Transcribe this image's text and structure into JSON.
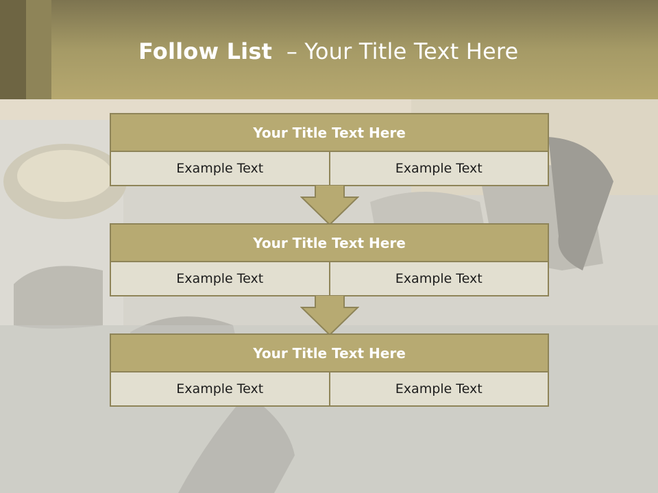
{
  "slide": {
    "title_bold": "Follow List",
    "title_rest": "– Your Title Text Here"
  },
  "steps": [
    {
      "title": "Your Title Text Here",
      "left": "Example Text",
      "right": "Example Text"
    },
    {
      "title": "Your Title Text Here",
      "left": "Example Text",
      "right": "Example Text"
    },
    {
      "title": "Your Title Text Here",
      "left": "Example Text",
      "right": "Example Text"
    }
  ],
  "colors": {
    "header_dark": "#6e6543",
    "header_mid": "#a59a66",
    "box_title": "#b7aa72",
    "box_cell": "#e2dfd0",
    "border": "#8e8458",
    "arrow": "#b7aa72"
  }
}
